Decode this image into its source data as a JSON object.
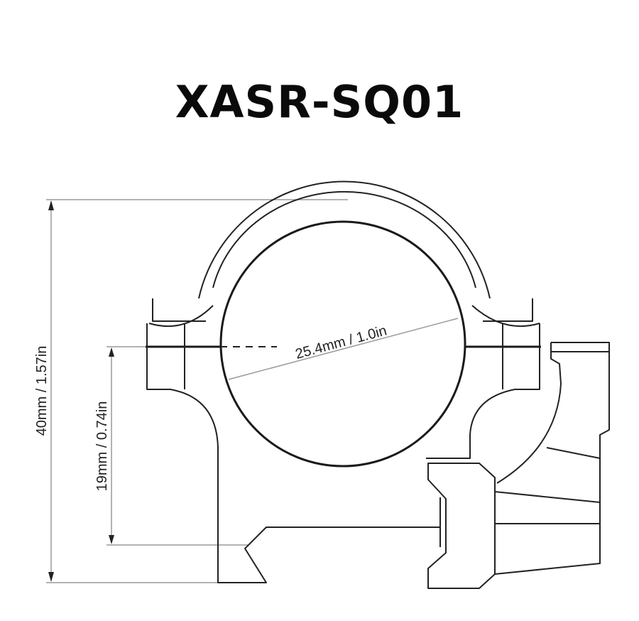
{
  "title": "XASR-SQ01",
  "dimensions": {
    "total_height": "40mm / 1.57in",
    "center_height": "19mm / 0.74in",
    "tube_diameter": "25.4mm / 1.0in"
  },
  "colors": {
    "line": "#222222",
    "dimension_line": "#9a9a9a",
    "background": "#ffffff"
  }
}
